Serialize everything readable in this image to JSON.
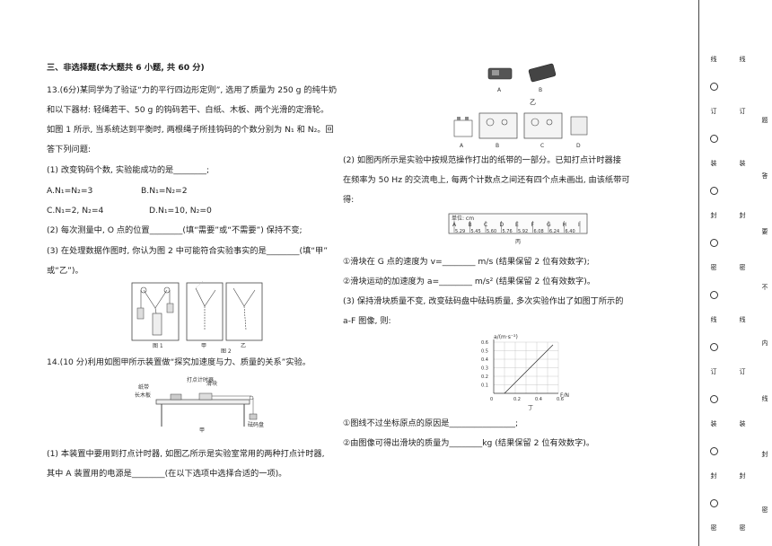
{
  "left": {
    "section": "三、非选择题(本大题共 6 小题, 共 60 分)",
    "q13": [
      "13.(6分)某同学为了验证“力的平行四边形定则”, 选用了质量为 250 g 的纯牛奶",
      "和以下器材: 轻绳若干、50 g 的钩码若干、白纸、木板、两个光滑的定滑轮。",
      "如图 1 所示, 当系统达到平衡时, 两根绳子所挂钩码的个数分别为 N₁ 和 N₂。回",
      "答下列问题:",
      "(1) 改变钩码个数, 实验能成功的是________;"
    ],
    "q13_options": {
      "A": "A.N₁=N₂=3",
      "B": "B.N₁=N₂=2",
      "C": "C.N₁=2, N₂=4",
      "D": "D.N₁=10, N₂=0"
    },
    "q13_tail": [
      "(2) 每次测量中, O 点的位置________(填“需要”或“不需要”) 保持不变;",
      "(3) 在处理数据作图时, 你认为图 2 中可能符合实验事实的是________(填“甲”",
      "或“乙”)。"
    ],
    "fig1_labels": {
      "fig1": "图 1",
      "fig2": "图 2",
      "jia": "甲",
      "yi": "乙"
    },
    "q14": "14.(10 分)利用如图甲所示装置做“探究加速度与力、质量的关系”实验。",
    "apparatus_labels": {
      "timer": "打点计时器",
      "slider": "滑块",
      "tape": "纸带",
      "board": "长木板",
      "weights": "砝码盘",
      "caption": "甲"
    },
    "q14_tail": [
      "(1) 本装置中要用到打点计时器, 如图乙所示是实验室常用的两种打点计时器,",
      "其中 A 装置用的电源是________(在以下选项中选择合适的一项)。"
    ]
  },
  "right": {
    "timer_labels": {
      "A": "A",
      "B": "B",
      "caption": "乙"
    },
    "source_labels": [
      "A",
      "B",
      "C",
      "D"
    ],
    "q2": [
      "(2) 如图丙所示是实验中按规范操作打出的纸带的一部分。已知打点计时器接",
      "在频率为 50 Hz 的交流电上, 每两个计数点之间还有四个点未画出, 由该纸带可",
      "得:"
    ],
    "tape": {
      "unit": "单位: cm",
      "letters": [
        "A",
        "B",
        "C",
        "D",
        "E",
        "F",
        "G",
        "H",
        "I"
      ],
      "values": [
        "5.29",
        "5.45",
        "5.60",
        "5.76",
        "5.92",
        "6.08",
        "6.24",
        "6.40"
      ],
      "caption": "丙"
    },
    "q2_items": [
      "①滑块在 G 点的速度为 v=________ m/s (结果保留 2 位有效数字);",
      "②滑块运动的加速度为 a=________ m/s² (结果保留 2 位有效数字)。",
      "(3) 保持滑块质量不变, 改变砝码盘中砝码质量, 多次实验作出了如图丁所示的",
      "a-F 图像, 则:"
    ],
    "graph": {
      "ylabel": "a/(m·s⁻²)",
      "xlabel": "F/N",
      "yticks": [
        "0.6",
        "0.5",
        "0.4",
        "0.3",
        "0.2",
        "0.1"
      ],
      "xticks": [
        "0",
        "0.2",
        "0.4",
        "0.6"
      ],
      "caption": "丁"
    },
    "q3_items": [
      "①图线不过坐标原点的原因是________________;",
      "②由图像可得出滑块的质量为________kg (结果保留 2 位有效数字)。"
    ]
  },
  "binder": {
    "outer": [
      "线",
      "订",
      "装",
      "封",
      "密",
      "线",
      "订",
      "装",
      "封",
      "密"
    ],
    "inner": [
      "题",
      "答",
      "要",
      "不",
      "内",
      "线",
      "封",
      "密"
    ]
  }
}
